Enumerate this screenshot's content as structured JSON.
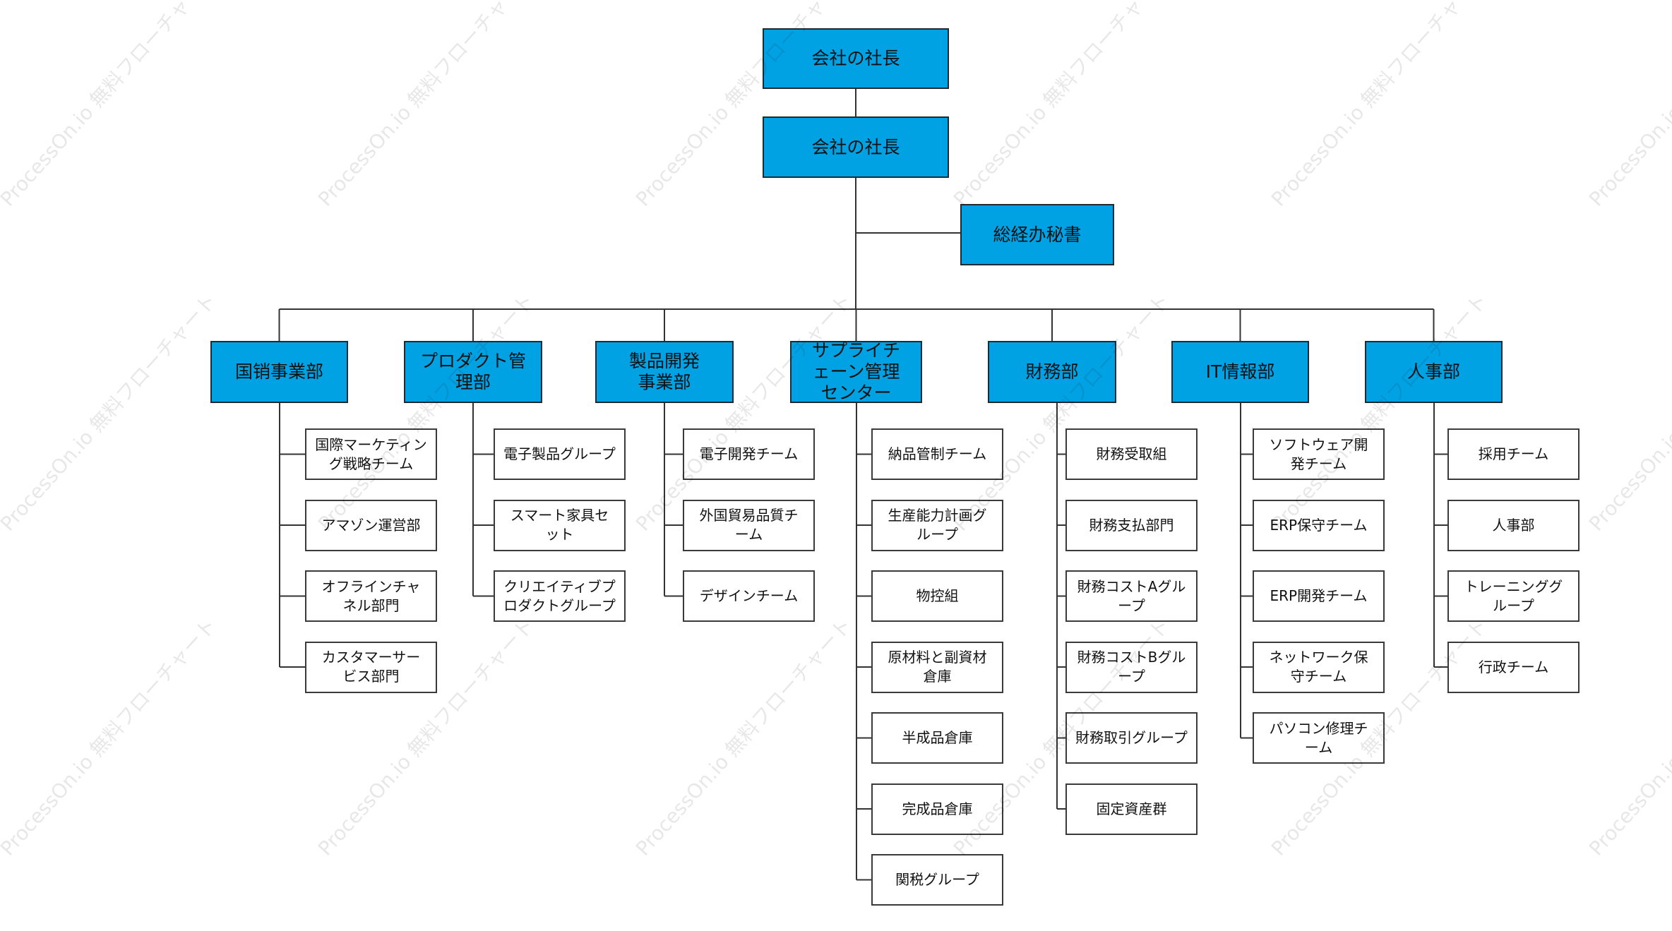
{
  "watermark": "ProcessOn.io 無料フローチャート",
  "colors": {
    "primary_box": "#00a2e4",
    "line": "#333333"
  },
  "chart": {
    "top": "会社の社長",
    "second": "会社の社長",
    "assistant": "総経办秘書",
    "departments": [
      {
        "label": "国销事業部",
        "children": [
          "国際マーケティング戦略チーム",
          "アマゾン運営部",
          "オフラインチャネル部門",
          "カスタマーサービス部門"
        ]
      },
      {
        "label": "プロダクト管理部",
        "children": [
          "電子製品グループ",
          "スマート家具セット",
          "クリエイティブプロダクトグループ"
        ]
      },
      {
        "label": "製品開発\n事業部",
        "children": [
          "電子開発チーム",
          "外国貿易品質チーム",
          "デザインチーム"
        ]
      },
      {
        "label": "サプライチェーン管理センター",
        "children": [
          "納品管制チーム",
          "生産能力計画グループ",
          "物控組",
          "原材料と副資材倉庫",
          "半成品倉庫",
          "完成品倉庫",
          "関税グループ"
        ]
      },
      {
        "label": "財務部",
        "children": [
          "財務受取組",
          "財務支払部門",
          "財務コストAグループ",
          "財務コストBグループ",
          "財務取引グループ",
          "固定資産群"
        ]
      },
      {
        "label": "IT情報部",
        "children": [
          "ソフトウェア開発チーム",
          "ERP保守チーム",
          "ERP開発チーム",
          "ネットワーク保守チーム",
          "パソコン修理チーム"
        ]
      },
      {
        "label": "人事部",
        "children": [
          "採用チーム",
          "人事部",
          "トレーニンググループ",
          "行政チーム"
        ]
      }
    ]
  }
}
